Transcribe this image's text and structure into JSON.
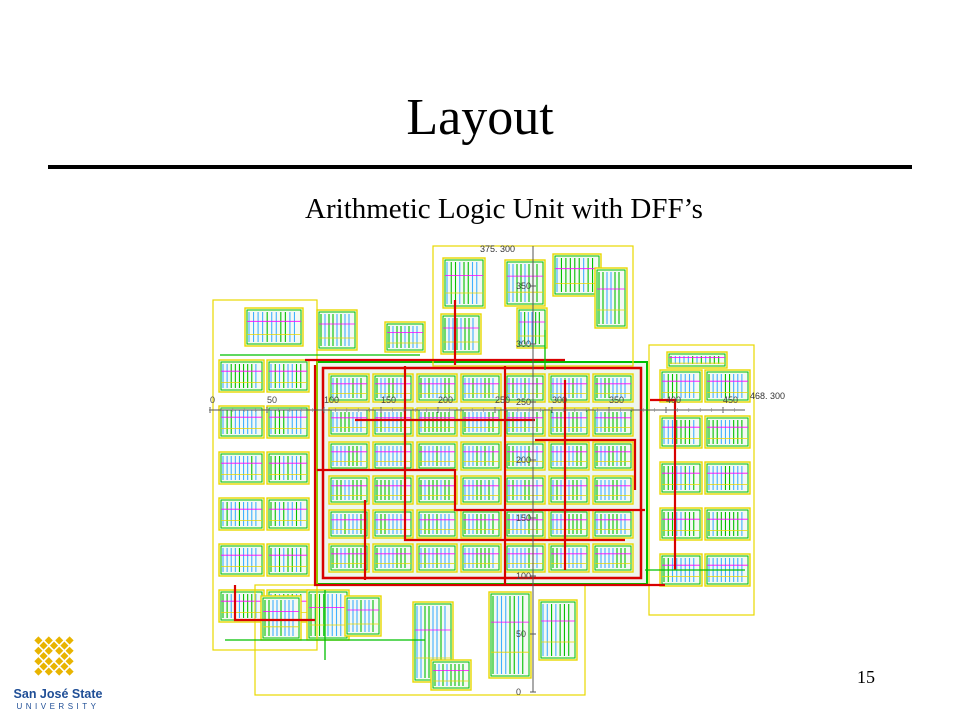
{
  "slide": {
    "title": "Layout",
    "subtitle": "Arithmetic Logic Unit with DFF’s",
    "page_number": "15"
  },
  "layout_figure": {
    "x_axis_ticks": [
      "0",
      "50",
      "100",
      "150",
      "200",
      "250",
      "300",
      "350",
      "400",
      "450"
    ],
    "y_axis_ticks": [
      "0",
      "50",
      "100",
      "150",
      "200",
      "250",
      "300",
      "350"
    ],
    "top_coordinate": "375. 300",
    "right_coordinate": "468. 300",
    "colors": {
      "poly": "#e8d800",
      "active": "#00c000",
      "metal1": "#3fb0ff",
      "metal2": "#d80000",
      "outline": "#ff00ff"
    }
  },
  "logo": {
    "name": "San José State",
    "sub": "UNIVERSITY",
    "color": "#1f4e96",
    "accent": "#e8b400"
  }
}
